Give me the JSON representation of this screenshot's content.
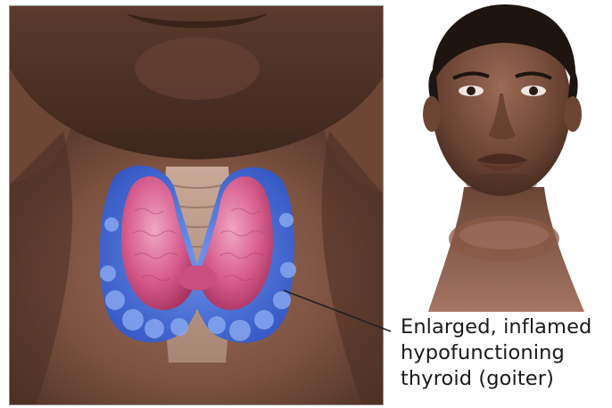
{
  "caption": {
    "line1": "Enlarged, inflamed",
    "line2": "hypofunctioning",
    "line3": "thyroid (goiter)"
  },
  "colors": {
    "skin_dark": "#5a3a2c",
    "skin_mid": "#8a5f4c",
    "skin_light": "#b48570",
    "goiter_outer": "#4f78d8",
    "goiter_inner": "#d9608e",
    "text": "#1a1a1a"
  },
  "illustration": {
    "left_panel": "neck-closeup-with-enlarged-thyroid",
    "right_panel": "portrait-of-woman-with-goiter"
  }
}
